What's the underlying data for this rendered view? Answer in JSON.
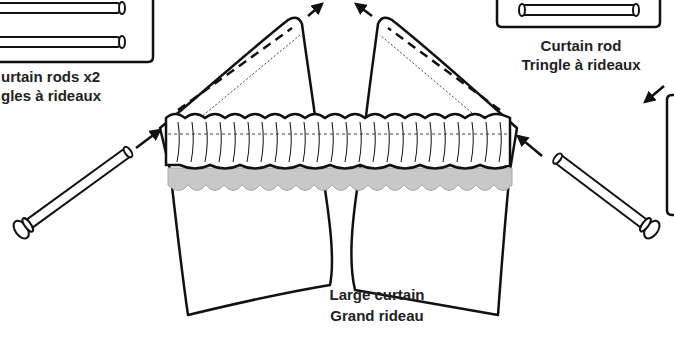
{
  "diagram": {
    "labels": [
      "urtain rods x2",
      "gles à rideaux",
      "Curtain rod",
      "Tringle à rideaux",
      "Large curtain",
      "Grand rideau"
    ]
  }
}
